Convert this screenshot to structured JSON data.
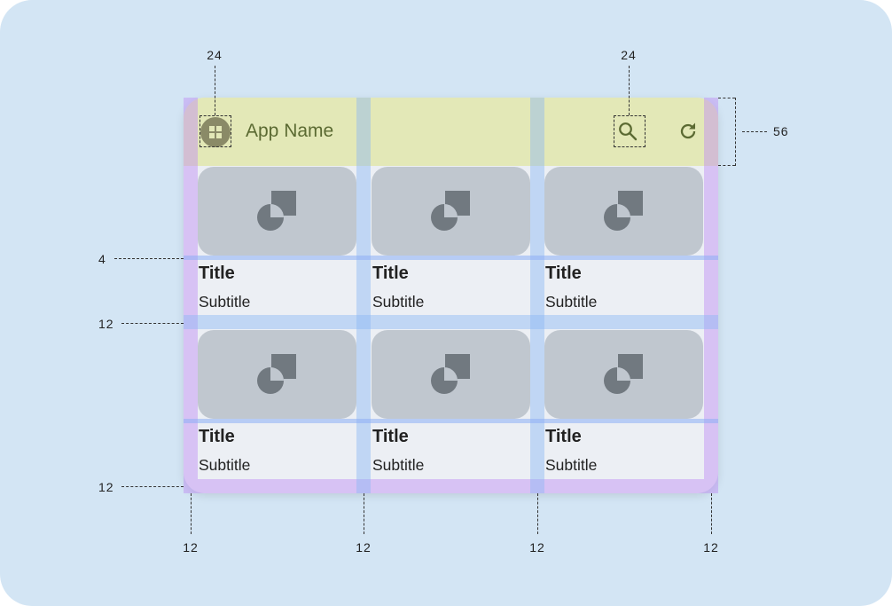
{
  "app_bar": {
    "title": "App Name",
    "logo_icon": "app-logo-icon",
    "actions": [
      {
        "name": "search-icon"
      },
      {
        "name": "refresh-icon"
      }
    ]
  },
  "cards": [
    {
      "title": "Title",
      "subtitle": "Subtitle"
    },
    {
      "title": "Title",
      "subtitle": "Subtitle"
    },
    {
      "title": "Title",
      "subtitle": "Subtitle"
    },
    {
      "title": "Title",
      "subtitle": "Subtitle"
    },
    {
      "title": "Title",
      "subtitle": "Subtitle"
    },
    {
      "title": "Title",
      "subtitle": "Subtitle"
    }
  ],
  "measurements": {
    "icon_size_left": "24",
    "icon_size_right": "24",
    "app_bar_height": "56",
    "card_gap": "4",
    "row_gutter": "12",
    "bottom_margin": "12",
    "column_gutters": [
      "12",
      "12",
      "12",
      "12"
    ]
  },
  "colors": {
    "background": "#d3e5f4",
    "app_bar": "#e3e8b7",
    "surface": "#eceff4",
    "card_media": "#c0c7cf",
    "margin_overlay": "#be8cf5",
    "gutter_overlay": "#8cb9f5"
  }
}
